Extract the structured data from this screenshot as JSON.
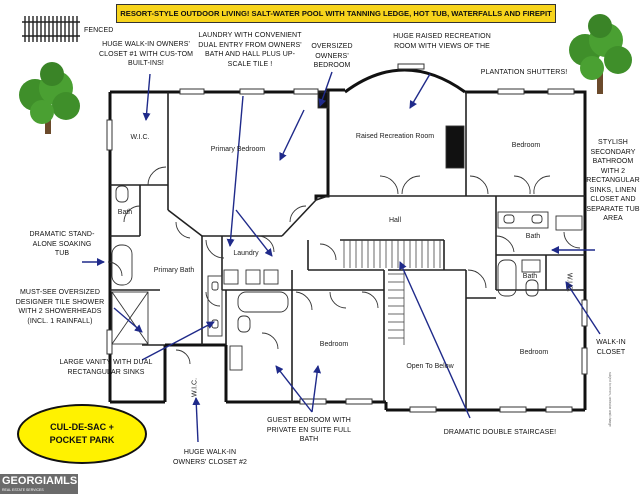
{
  "banner": "RESORT-STYLE OUTDOOR LIVING!  SALT-WATER POOL WITH TANNING LEDGE, HOT TUB, WATERFALLS AND FIREPIT",
  "fenced_label": "FENCED",
  "cul_de_sac": {
    "line1": "CUL-DE-SAC +",
    "line2": "POCKET PARK"
  },
  "rooms": {
    "wic1": "W.I.C.",
    "primary_bedroom": "Primary Bedroom",
    "raised_recreation": "Raised Recreation Room",
    "bedroom_ne": "Bedroom",
    "bath_left": "Bath",
    "primary_bath": "Primary Bath",
    "laundry": "Laundry",
    "hall": "Hall",
    "bath_right_upper": "Bath",
    "bath_right_lower": "Bath",
    "wic_right": "W.I.C.",
    "bedroom_center": "Bedroom",
    "open_to_below": "Open To Below",
    "bedroom_se": "Bedroom",
    "wic2": "W.I.C."
  },
  "notes": {
    "walkin_closet_1": "HUGE WALK-IN OWNERS' CLOSET #1 WITH CUS-TOM BUILT-INS!",
    "laundry_dual": "LAUNDRY WITH CONVENIENT DUAL ENTRY FROM OWNERS' BATH AND HALL PLUS UP-SCALE TILE !",
    "oversized_bedroom": "OVERSIZED OWNERS' BEDROOM",
    "raised_rec_views": "HUGE RAISED RECREATION ROOM WITH VIEWS OF THE",
    "plantation": "PLANTATION SHUTTERS!",
    "stylish_bath": "STYLISH SECONDARY BATHROOM WITH 2 RECTANGULAR SINKS, LINEN CLOSET AND SEPARATE TUB AREA",
    "soaking_tub": "DRAMATIC STAND-ALONE SOAKING TUB",
    "tile_shower": "MUST-SEE OVERSIZED DESIGNER TILE SHOWER WITH 2 SHOWERHEADS (INCL. 1 RAINFALL)",
    "large_vanity": "LARGE VANITY WITH DUAL RECTANGULAR SINKS",
    "walkin_closet_2": "HUGE WALK-IN OWNERS' CLOSET #2",
    "guest_bedroom": "GUEST BEDROOM WITH PRIVATE EN SUITE FULL BATH",
    "double_staircase": "DRAMATIC DOUBLE STAIRCASE!",
    "walkin_closet_right": "WALK-IN CLOSET"
  },
  "logo": {
    "name": "GEORGIAMLS",
    "tagline": "REAL ESTATE SERVICES"
  },
  "disclaimer": "subject to errors, omission and change",
  "colors": {
    "banner": "#f7d41c",
    "oval": "#fff200",
    "arrow": "#1f2a8a",
    "tree": "#3f8f2a",
    "wall": "#111111"
  }
}
